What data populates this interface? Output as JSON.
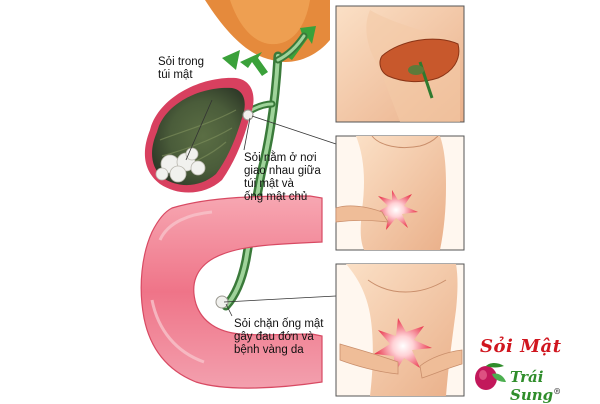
{
  "labels": {
    "stones_in_gallbladder": "Sỏi trong\ntúi mật",
    "stone_at_junction": "Sỏi nằm ở nơi\ngiao nhau giữa\ntúi mật và\nống mật chủ",
    "stone_blocking_duct": "Sỏi chặn ống mật\ngây đau đớn và\nbệnh vàng da"
  },
  "brand": {
    "line1": "Sỏi Mật",
    "line2": "Trái Sung",
    "registered_mark": "®"
  },
  "colors": {
    "gallbladder": "#8a9a2e",
    "gallbladder_rim": "#d8405f",
    "intestine": "#f07b8c",
    "bile_duct": "#3a7a3a",
    "arrow": "#3aa13a",
    "liver": "#c8582c",
    "skin": "#f6c7a1",
    "pain": "#e8344a",
    "brand_red": "#d0161f",
    "brand_green": "#2f8d2b"
  }
}
